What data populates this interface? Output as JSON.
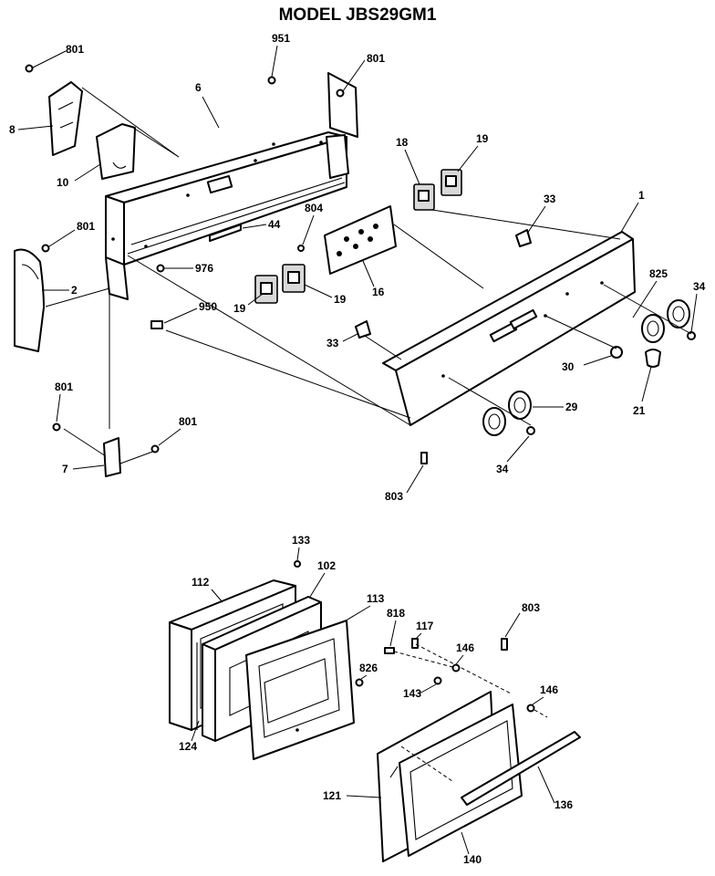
{
  "title": "MODEL JBS29GM1",
  "callouts": {
    "c801a": "801",
    "c951": "951",
    "c801b": "801",
    "c6": "6",
    "c8": "8",
    "c10": "10",
    "c801c": "801",
    "c976": "976",
    "c2": "2",
    "c950": "950",
    "c44": "44",
    "c804": "804",
    "c18a": "18",
    "c19a": "19",
    "c33a": "33",
    "c1": "1",
    "c825": "825",
    "c34a": "34",
    "c16": "16",
    "c19b": "19",
    "c19c": "19",
    "c33b": "33",
    "c30": "30",
    "c29": "29",
    "c21": "21",
    "c34b": "34",
    "c801d": "801",
    "c801e": "801",
    "c7": "7",
    "c803a": "803",
    "c133": "133",
    "c112": "112",
    "c102": "102",
    "c113": "113",
    "c818": "818",
    "c117": "117",
    "c803b": "803",
    "c146a": "146",
    "c826": "826",
    "c143": "143",
    "c146b": "146",
    "c124": "124",
    "c121": "121",
    "c136": "136",
    "c140": "140"
  }
}
